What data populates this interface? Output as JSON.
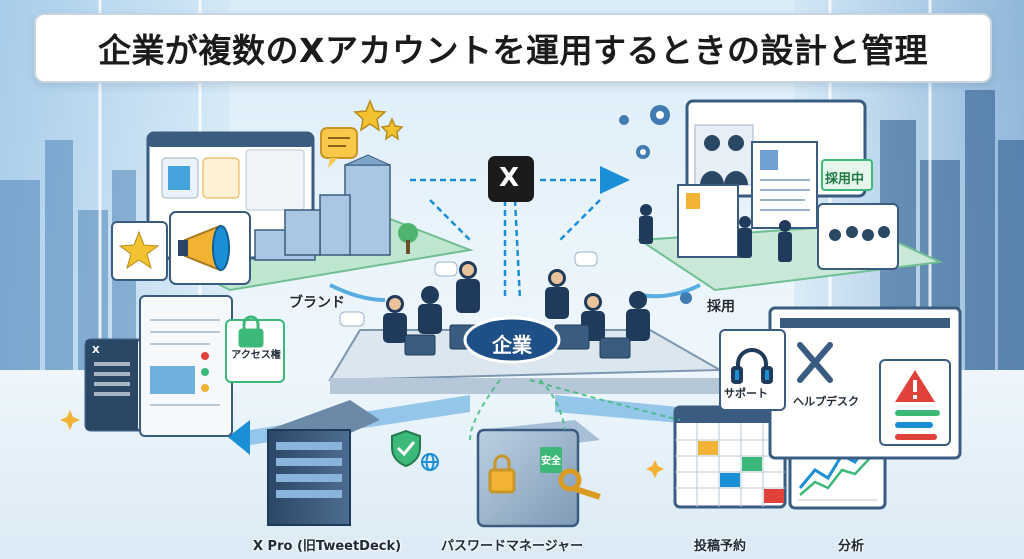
{
  "title": "企業が複数のXアカウントを運用するときの設計と管理",
  "center": {
    "label": "企業",
    "x_logo": "X"
  },
  "accounts": {
    "brand": "ブランド",
    "recruit": "採用",
    "recruit_sign": "採用中",
    "support": "サポート",
    "helpdesk": "ヘルプデスク"
  },
  "tools": {
    "xpro": "X Pro (旧TweetDeck)",
    "password_manager": "パスワードマネージャー",
    "password_vault_badge": "安全",
    "schedule": "投稿予約",
    "analytics": "分析"
  },
  "access": "アクセス権",
  "sidebar_x": "X",
  "colors": {
    "accent": "#1a8fd6",
    "green": "#3cb878",
    "navy": "#1f3a5a",
    "alert": "#e0413a",
    "gold": "#f2b233"
  },
  "icons": [
    "megaphone-icon",
    "star-icon",
    "chat-bubble-icon",
    "gear-icon",
    "lock-icon",
    "shield-check-icon",
    "globe-icon",
    "key-icon",
    "headset-icon",
    "tools-icon",
    "alert-icon",
    "calendar-icon",
    "chart-icon"
  ]
}
